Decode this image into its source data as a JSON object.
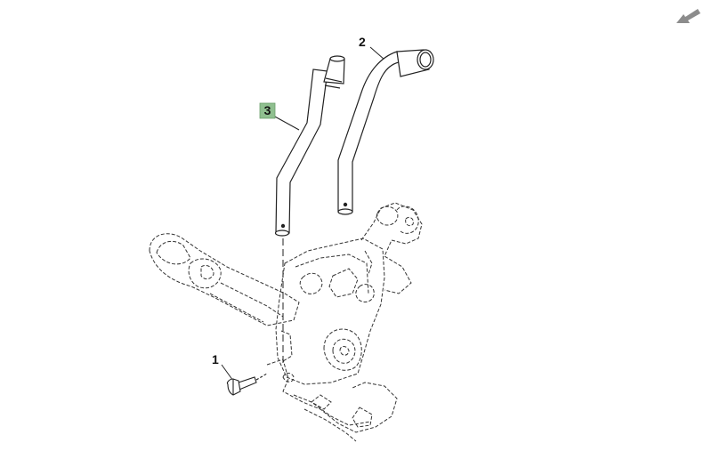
{
  "diagram": {
    "callouts": [
      {
        "number": "1",
        "highlighted": false
      },
      {
        "number": "2",
        "highlighted": false
      },
      {
        "number": "3",
        "highlighted": true
      }
    ],
    "highlight_color": "#8fbf8f",
    "line_color": "#222222"
  },
  "navigation": {
    "back_icon": "arrow-down-left-icon",
    "icon_color": "#8c8c8c"
  }
}
